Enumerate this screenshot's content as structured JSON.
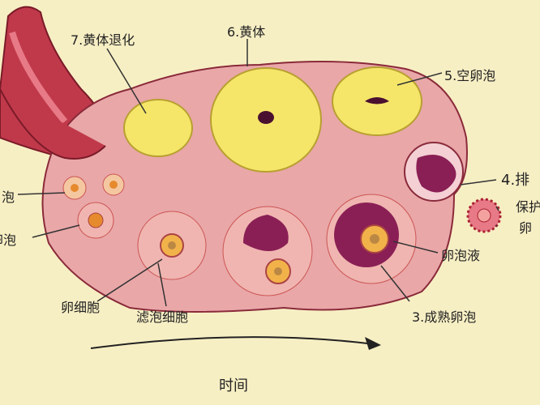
{
  "labels": {
    "corpus_regression": "7.黄体退化",
    "corpus_luteum": "6.黄体",
    "empty_follicle": "5.空卵泡",
    "ovulation": "4.排",
    "protect": "保护",
    "egg_right": "卵",
    "follicle_left_1": "泡",
    "follicle_left_2": "卵泡",
    "oocyte": "卵细胞",
    "follicle_cell": "滤泡细胞",
    "follicular_fluid": "卵泡液",
    "mature_follicle": "3.成熟卵泡",
    "time": "时间"
  },
  "colors": {
    "background": "#f7efc4",
    "ovary": "#e9a7a8",
    "vessel": "#c0394a",
    "corpus": "#f5e66a",
    "follicle": "#c23a60"
  }
}
